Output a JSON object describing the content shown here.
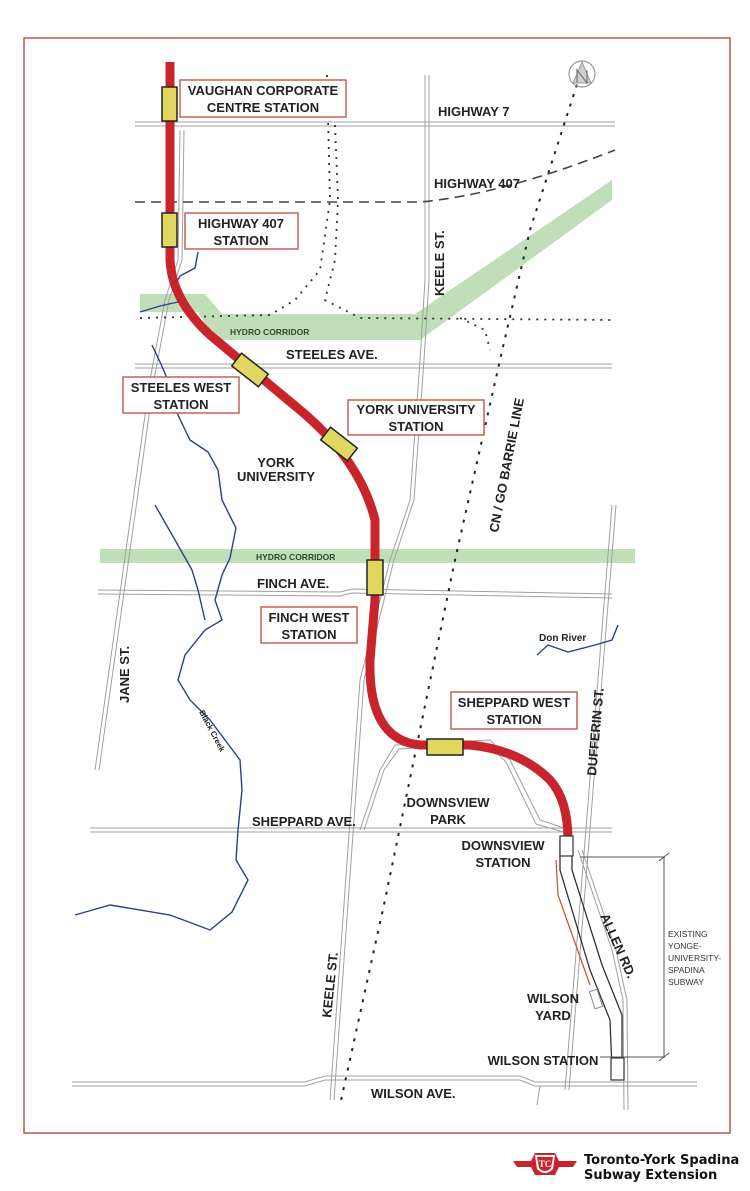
{
  "map": {
    "colors": {
      "frame": "#c0574a",
      "subway_extension": "#c8242b",
      "station_fill": "#e0d660",
      "hydro_corridor": "#b9dcb0",
      "river": "#2a3f8f",
      "road": "#9a9a9a",
      "label_border": "#c0574a"
    },
    "stations": [
      {
        "name": "VAUGHAN CORPORATE",
        "name2": "CENTRE STATION"
      },
      {
        "name": "HIGHWAY 407",
        "name2": "STATION"
      },
      {
        "name": "STEELES WEST",
        "name2": "STATION"
      },
      {
        "name": "YORK UNIVERSITY",
        "name2": "STATION"
      },
      {
        "name": "FINCH WEST",
        "name2": "STATION"
      },
      {
        "name": "SHEPPARD WEST",
        "name2": "STATION"
      },
      {
        "name": "DOWNSVIEW",
        "name2": "STATION"
      },
      {
        "name": "WILSON STATION"
      }
    ],
    "roads": {
      "highway7": "HIGHWAY 7",
      "highway407": "HIGHWAY 407",
      "steeles": "STEELES AVE.",
      "finch": "FINCH AVE.",
      "sheppard": "SHEPPARD AVE.",
      "wilson": "WILSON AVE.",
      "keele_north": "KEELE ST.",
      "keele_south": "KEELE ST.",
      "jane": "JANE ST.",
      "dufferin": "DUFFERIN ST.",
      "allen": "ALLEN RD."
    },
    "features": {
      "hydro_north": "HYDRO CORRIDOR",
      "hydro_south": "HYDRO CORRIDOR",
      "rail": "CN / GO BARRIE LINE",
      "york_university_1": "YORK",
      "york_university_2": "UNIVERSITY",
      "downsview_park_1": "DOWNSVIEW",
      "downsview_park_2": "PARK",
      "wilson_yard_1": "WILSON",
      "wilson_yard_2": "YARD",
      "black_creek": "Black Creek",
      "don_river": "Don River"
    },
    "existing_subway_note": [
      "EXISTING",
      "YONGE-",
      "UNIVERSITY-",
      "SPADINA",
      "SUBWAY"
    ],
    "north_arrow": "north-arrow",
    "logo": {
      "line1": "Toronto-York Spadina",
      "line2": "Subway Extension"
    }
  }
}
